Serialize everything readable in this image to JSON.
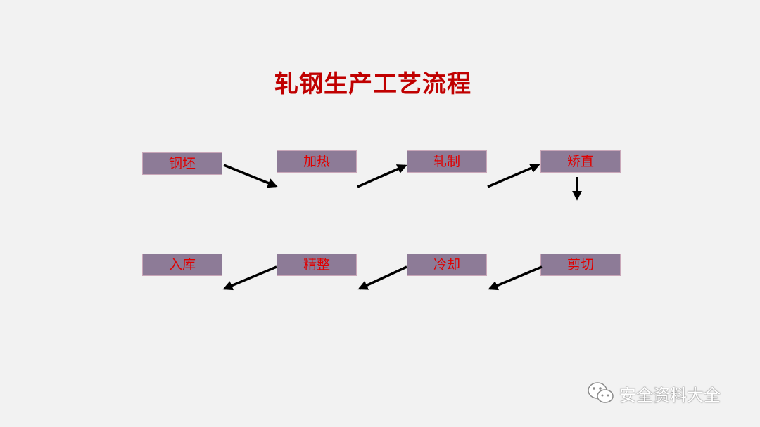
{
  "title": "轧钢生产工艺流程",
  "steps": {
    "billet": "钢坯",
    "heating": "加热",
    "rolling": "轧制",
    "straightening": "矫直",
    "cutting": "剪切",
    "cooling": "冷却",
    "finishing": "精整",
    "storage": "入库"
  },
  "watermark": {
    "text": "安全资料大全",
    "icon": "wechat-icon"
  },
  "colors": {
    "title": "#c00000",
    "step_fill": "#8d7b97",
    "step_text": "#e00000",
    "arrow": "#000000"
  }
}
